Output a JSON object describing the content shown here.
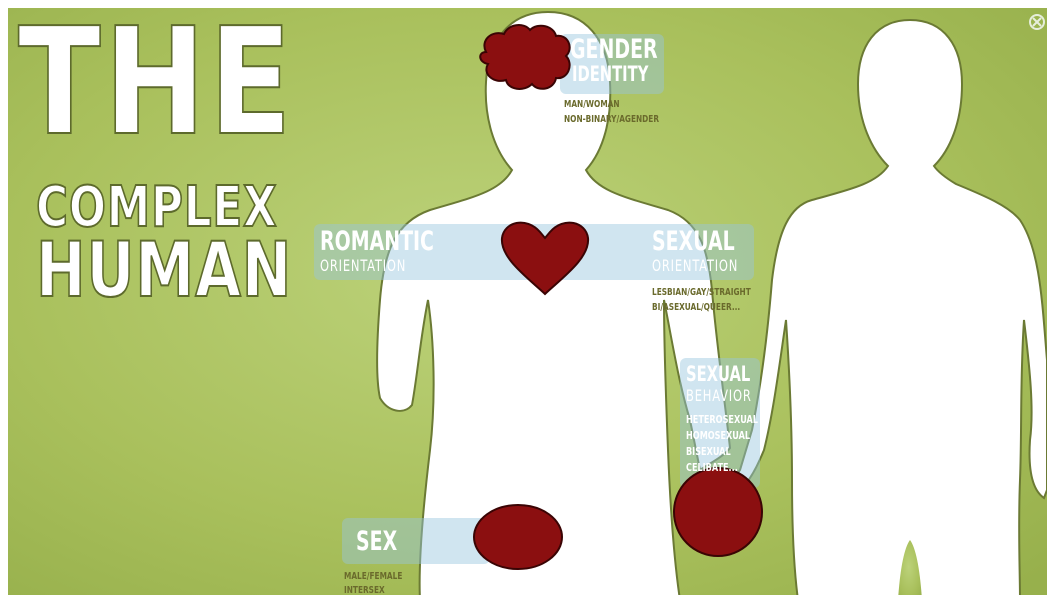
{
  "title": {
    "line1": "THE",
    "line2": "COMPLEX",
    "line3": "HUMAN"
  },
  "labels": {
    "gender_identity": {
      "line1": "GENDER",
      "line2": "IDENTITY",
      "details": [
        "MAN/WOMAN",
        "NON-BINARY/AGENDER"
      ]
    },
    "romantic_orientation": {
      "line1": "ROMANTIC",
      "line2": "ORIENTATION"
    },
    "sexual_orientation": {
      "line1": "SEXUAL",
      "line2": "ORIENTATION",
      "details": [
        "LESBIAN/GAY/STRAIGHT",
        "BI/ASEXUAL/QUEER..."
      ]
    },
    "sexual_behavior": {
      "line1": "SEXUAL",
      "line2": "BEHAVIOR",
      "details": [
        "HETEROSEXUAL",
        "HOMOSEXUAL",
        "BISEXUAL",
        "CELIBATE..."
      ]
    },
    "sex": {
      "line1": "SEX",
      "details": [
        "MALE/FEMALE",
        "INTERSEX"
      ]
    }
  },
  "colors": {
    "background": "#a9c05c",
    "silhouette": "#ffffff",
    "outline": "#6b7a34",
    "organ": "#8b0f10",
    "panel": "#96c6de"
  },
  "icons": {
    "brain": "brain-icon",
    "heart": "heart-icon",
    "pelvis": "pelvis-circle-icon",
    "hands": "hands-circle-icon",
    "close": "close-icon"
  }
}
